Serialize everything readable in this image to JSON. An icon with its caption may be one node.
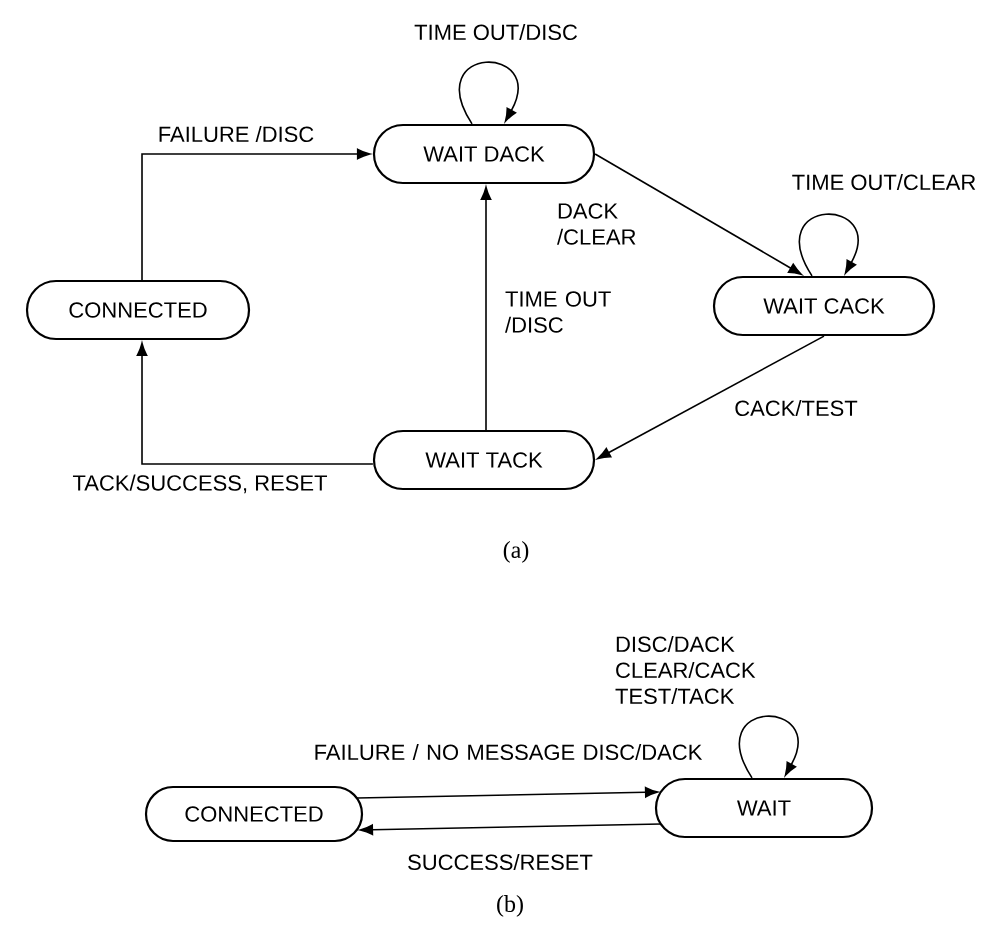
{
  "diagram": {
    "nodes": [
      {
        "text": [
          "CONNECTED"
        ]
      },
      {
        "text": [
          "WAIT DACK"
        ]
      },
      {
        "text": [
          "WAIT CACK"
        ]
      },
      {
        "text": [
          "WAIT TACK"
        ]
      },
      {
        "text": [
          "CONNECTED"
        ]
      },
      {
        "text": [
          "WAIT"
        ]
      }
    ],
    "edges": [
      {
        "from": 0,
        "to": 1,
        "arrow": "to",
        "label": "FAILURE /DISC"
      },
      {
        "from": 1,
        "to": 1,
        "arrow": "to",
        "label": "TIME OUT/DISC"
      },
      {
        "from": 1,
        "to": 2,
        "arrow": "to",
        "label": "DACK /CLEAR"
      },
      {
        "from": 2,
        "to": 2,
        "arrow": "to",
        "label": "TIME OUT/CLEAR"
      },
      {
        "from": 2,
        "to": 3,
        "arrow": "to",
        "label": "CACK/TEST"
      },
      {
        "from": 3,
        "to": 1,
        "arrow": "to",
        "label": "TIME OUT /DISC"
      },
      {
        "from": 3,
        "to": 0,
        "arrow": "to",
        "label": "TACK/SUCCESS, RESET"
      },
      {
        "from": 4,
        "to": 5,
        "arrow": "to",
        "label": "FAILURE / NO MESSAGE DISC/DACK"
      },
      {
        "from": 5,
        "to": 4,
        "arrow": "to",
        "label": "SUCCESS/RESET"
      },
      {
        "from": 5,
        "to": 5,
        "arrow": "to",
        "label": "DISC/DACK CLEAR/CACK TEST/TACK"
      }
    ],
    "labels": [
      "(a)",
      "(b)"
    ]
  }
}
